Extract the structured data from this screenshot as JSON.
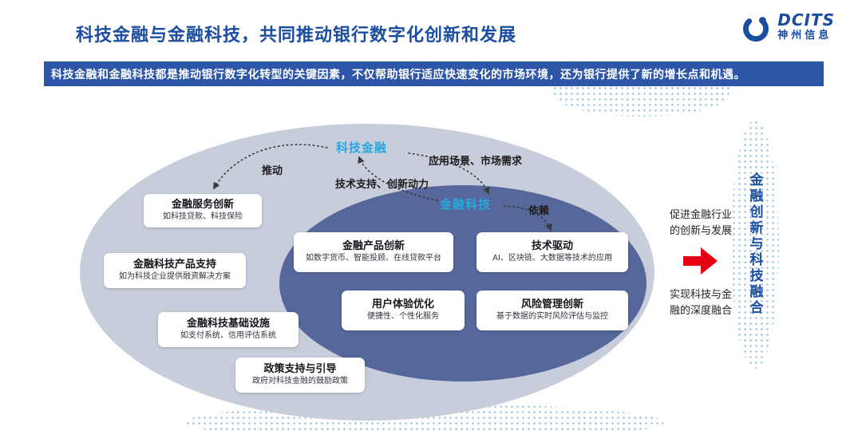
{
  "header": {
    "title": "科技金融与金融科技，共同推动银行数字化创新和发展",
    "logo_brand": "DCITS",
    "logo_company": "神州信息"
  },
  "banner": {
    "text": "科技金融和金融科技都是推动银行数字化转型的关键因素，不仅帮助银行适应快速变化的市场环境，还为银行提供了新的增长点和机遇。"
  },
  "diagram": {
    "tech_finance_label": "科技金融",
    "fintech_label": "金融科技",
    "arrow_labels": {
      "promote": "推动",
      "demand": "应用场景、市场需求",
      "support": "技术支持、创新动力",
      "depend": "依赖"
    },
    "outer_items": [
      {
        "title": "金融服务创新",
        "desc": "如科技贷款、科技保险"
      },
      {
        "title": "金融科技产品支持",
        "desc": "如为科技企业提供融资解决方案"
      },
      {
        "title": "金融科技基础设施",
        "desc": "如支付系统、信用评估系统"
      },
      {
        "title": "政策支持与引导",
        "desc": "政府对科技金融的鼓励政策"
      }
    ],
    "inner_items": [
      {
        "title": "金融产品创新",
        "desc": "如数字货币、智能投顾、在线贷款平台"
      },
      {
        "title": "技术驱动",
        "desc": "AI、区块链、大数据等技术的应用"
      },
      {
        "title": "用户体验优化",
        "desc": "便捷性、个性化服务"
      },
      {
        "title": "风险管理创新",
        "desc": "基于数据的实时风险评估与监控"
      }
    ]
  },
  "right_panel": {
    "promote_text": "促进金融行业的创新与发展",
    "merge_text": "实现科技与金融的深度融合",
    "vertical_banner": "金融创新与科技融合"
  },
  "colors": {
    "title_blue": "#1b4da0",
    "banner_blue": "#2d55a8",
    "cyan_label": "#29a8de",
    "outer_ellipse": "#c8cddb",
    "inner_ellipse": "#56689b",
    "arrow_red": "#e60012"
  }
}
